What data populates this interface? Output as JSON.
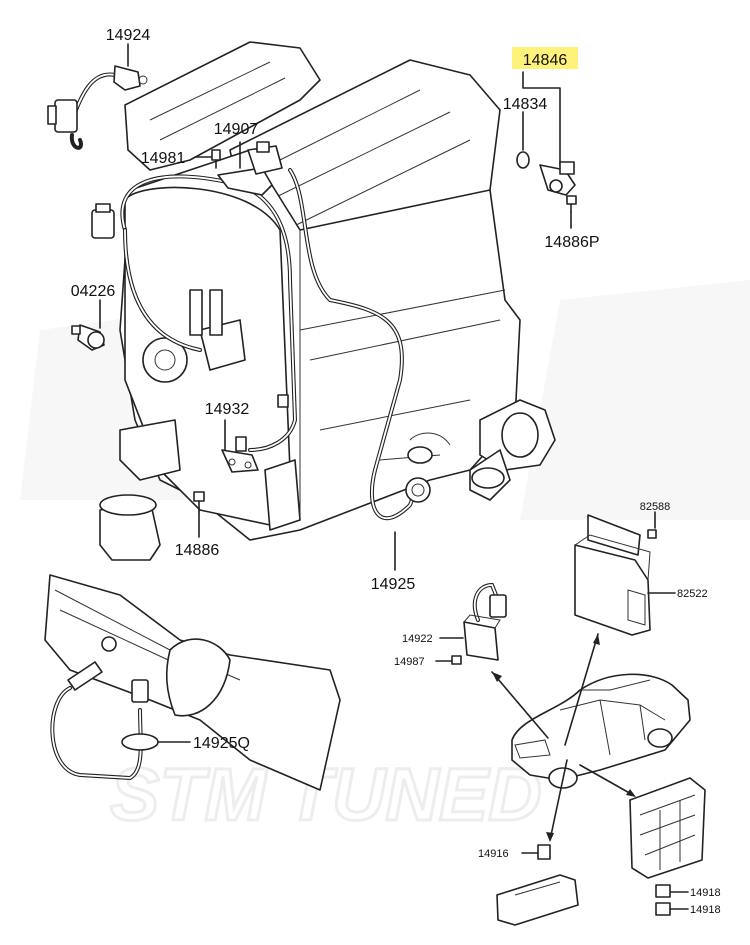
{
  "watermark": "STM TUNED",
  "highlight_color": "#fff27a",
  "callouts": {
    "c14924": "14924",
    "c14846": "14846",
    "c14834": "14834",
    "c14907": "14907",
    "c14981": "14981",
    "c14886P": "14886P",
    "c04226": "04226",
    "c14932": "14932",
    "c14886": "14886",
    "c14925": "14925",
    "c82588": "82588",
    "c82522": "82522",
    "c14922": "14922",
    "c14987": "14987",
    "c14925Q": "14925Q",
    "c14916": "14916",
    "c14918a": "14918",
    "c14918b": "14918"
  }
}
